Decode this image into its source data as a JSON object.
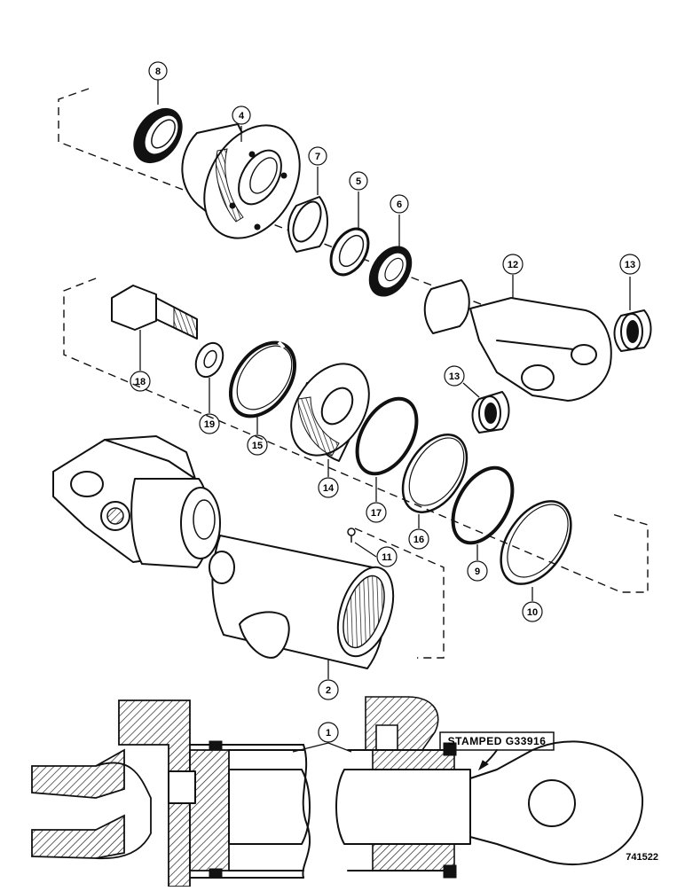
{
  "callouts": [
    {
      "id": "1",
      "label": "1"
    },
    {
      "id": "2",
      "label": "2"
    },
    {
      "id": "4",
      "label": "4"
    },
    {
      "id": "5",
      "label": "5"
    },
    {
      "id": "6",
      "label": "6"
    },
    {
      "id": "7",
      "label": "7"
    },
    {
      "id": "8",
      "label": "8"
    },
    {
      "id": "9",
      "label": "9"
    },
    {
      "id": "10",
      "label": "10"
    },
    {
      "id": "11",
      "label": "11"
    },
    {
      "id": "12",
      "label": "12"
    },
    {
      "id": "13a",
      "label": "13"
    },
    {
      "id": "13b",
      "label": "13"
    },
    {
      "id": "14",
      "label": "14"
    },
    {
      "id": "15",
      "label": "15"
    },
    {
      "id": "16",
      "label": "16"
    },
    {
      "id": "17",
      "label": "17"
    },
    {
      "id": "18",
      "label": "18"
    },
    {
      "id": "19",
      "label": "19"
    }
  ],
  "stamp_label": "STAMPED G33916",
  "figure_code": "741522"
}
